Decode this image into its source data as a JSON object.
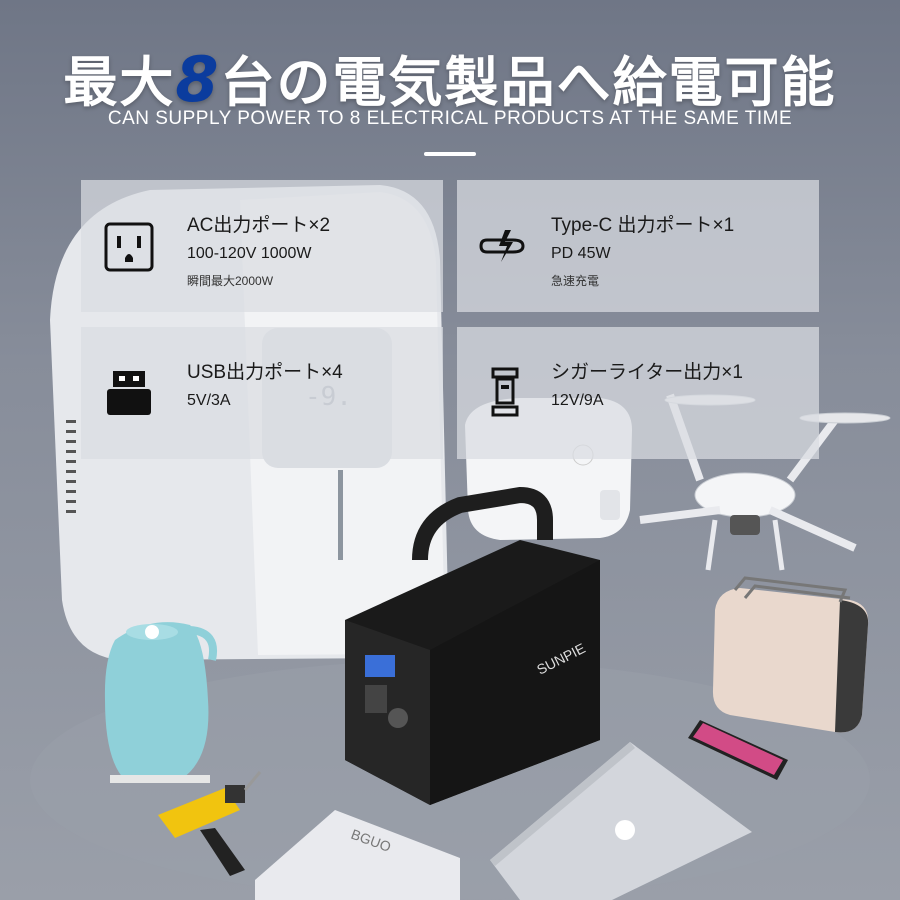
{
  "header": {
    "title_prefix": "最大",
    "title_number": "8",
    "title_suffix": "台の電気製品へ給電可能",
    "subtitle": "CAN SUPPLY POWER TO 8 ELECTRICAL PRODUCTS AT THE SAME TIME"
  },
  "cards": {
    "ac": {
      "title": "AC出力ポート×2",
      "spec": "100-120V 1000W",
      "note": "瞬間最大2000W",
      "icon": "ac-outlet-icon"
    },
    "typec": {
      "title": "Type-C 出力ポート×1",
      "spec": "PD 45W",
      "note": "急速充電",
      "icon": "type-c-plug-icon"
    },
    "usb": {
      "title": "USB出力ポート×4",
      "spec": "5V/3A",
      "icon": "usb-plug-icon"
    },
    "cig": {
      "title": "シガーライター出力×1",
      "spec": "12V/9A",
      "icon": "cigarette-lighter-icon"
    }
  },
  "product": {
    "brand": "SUNPIE",
    "laptop_brand": "BGUO"
  },
  "colors": {
    "title_accent": "#0b3c9e",
    "card_bg": "#dadce2",
    "text": "#1a1a1a"
  }
}
